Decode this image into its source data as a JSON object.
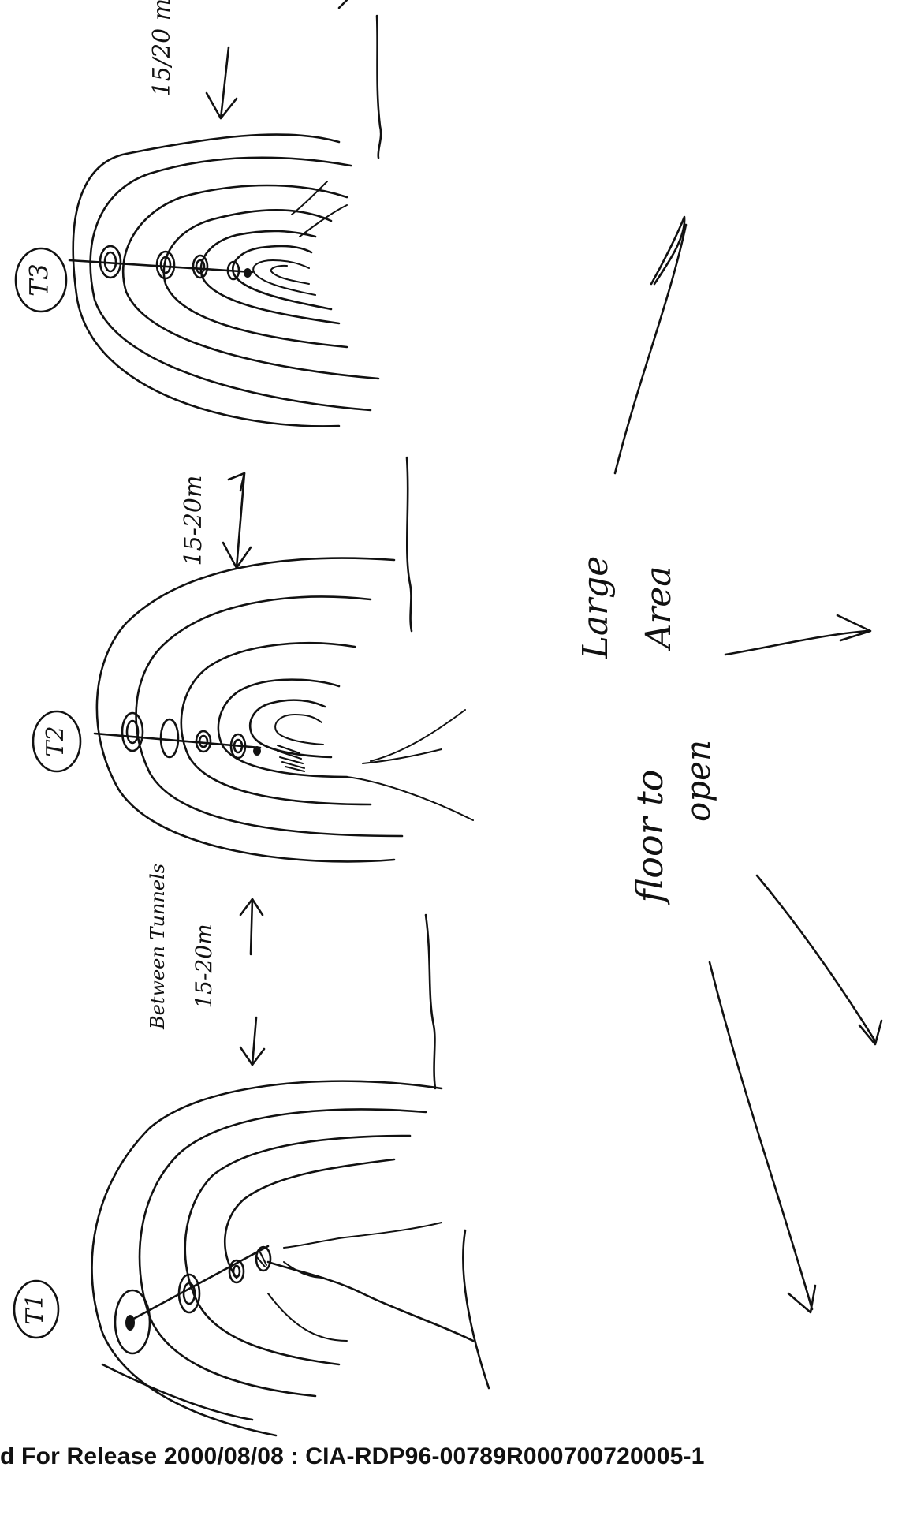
{
  "labels": {
    "t1": "T1",
    "t2": "T2",
    "t3": "T3",
    "spacing_top": "15/20 m",
    "spacing_mid": "15-20m",
    "spacing_low_1": "Between Tunnels",
    "spacing_low_2": "15-20m",
    "floor_line1": "floor to",
    "floor_line2": "open",
    "large_line1": "Large",
    "large_line2": "Area"
  },
  "footer": {
    "release_text": "d For Release 2000/08/08 : CIA-RDP96-00789R000700720005-1"
  }
}
